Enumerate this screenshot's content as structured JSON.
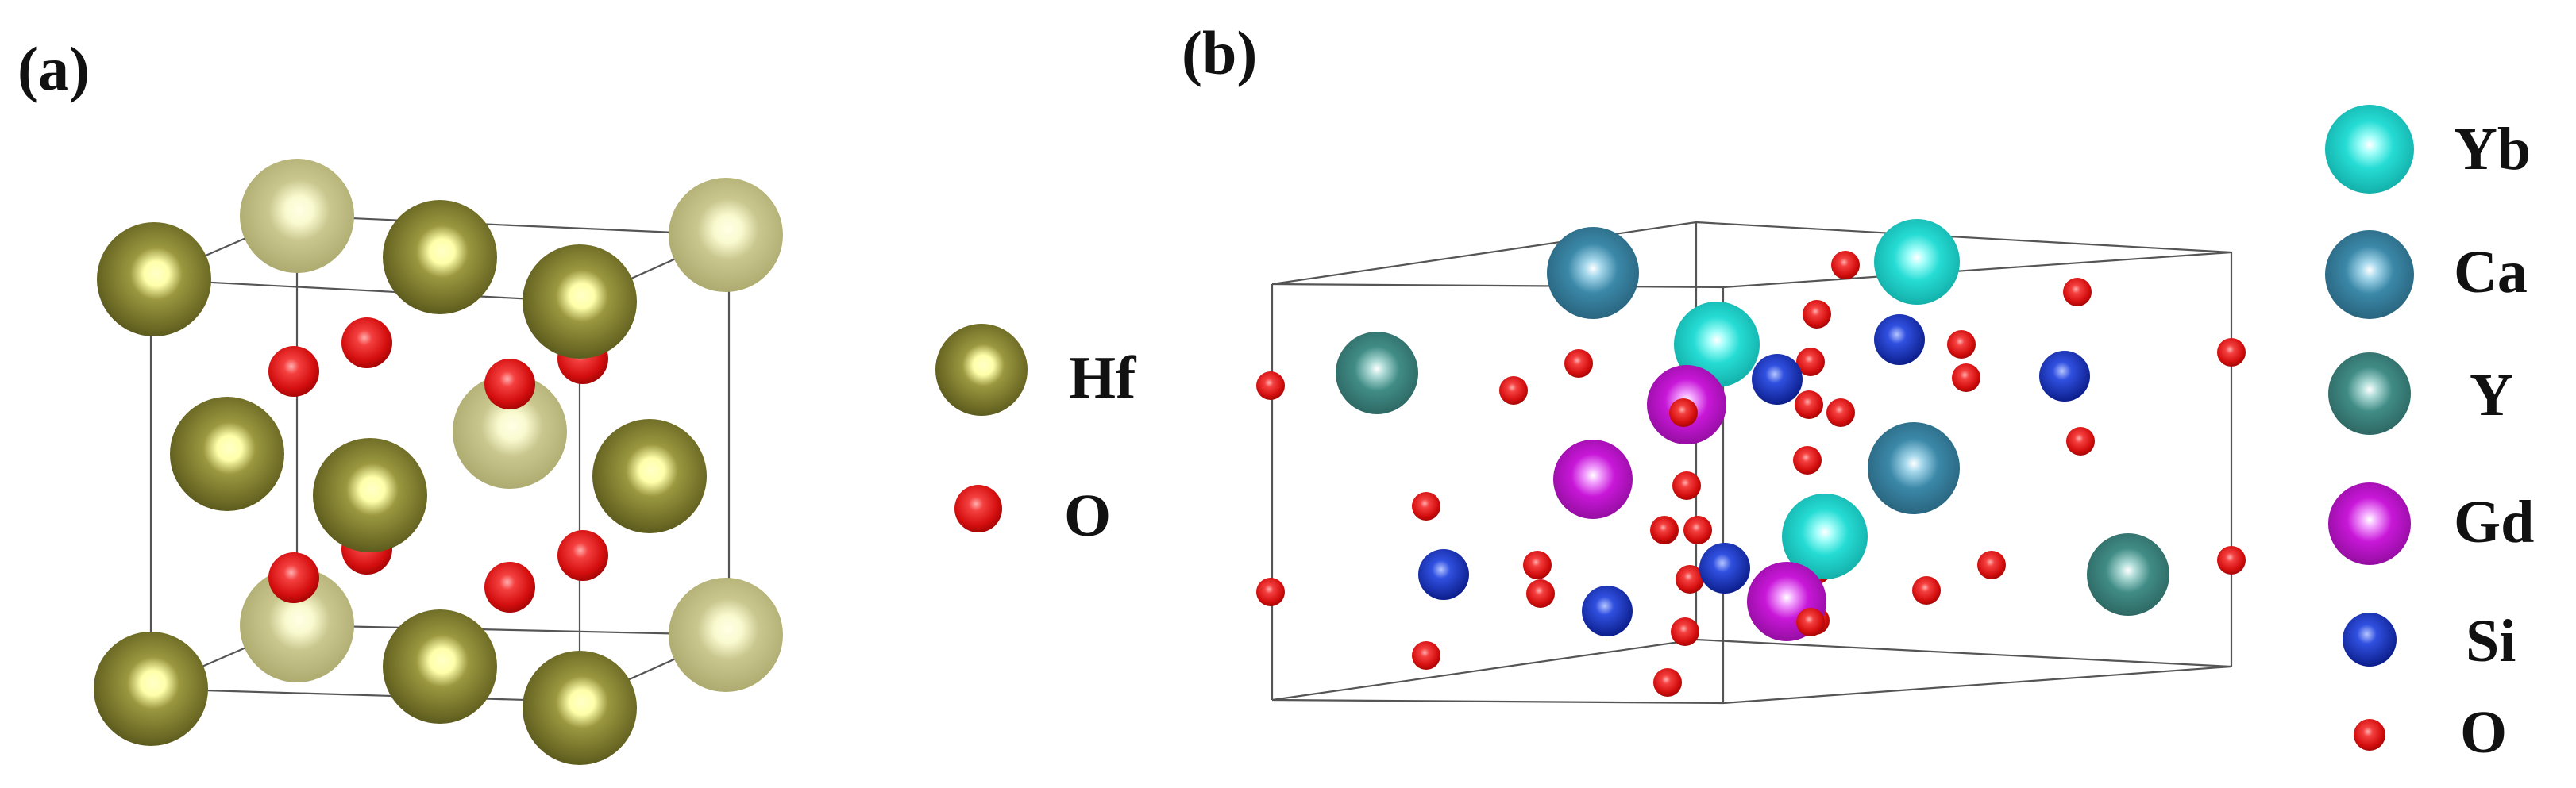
{
  "panels": {
    "a": {
      "label": "(a)",
      "legend": [
        {
          "element": "Hf",
          "color": "#7d7a30"
        },
        {
          "element": "O",
          "color": "#e01818"
        }
      ]
    },
    "b": {
      "label": "(b)",
      "legend": [
        {
          "element": "Yb",
          "color": "#22d6d0"
        },
        {
          "element": "Ca",
          "color": "#3a86a4"
        },
        {
          "element": "Y",
          "color": "#3f8a84"
        },
        {
          "element": "Gd",
          "color": "#c514d4"
        },
        {
          "element": "Si",
          "color": "#1838c8"
        },
        {
          "element": "O",
          "color": "#e01818"
        }
      ]
    }
  }
}
